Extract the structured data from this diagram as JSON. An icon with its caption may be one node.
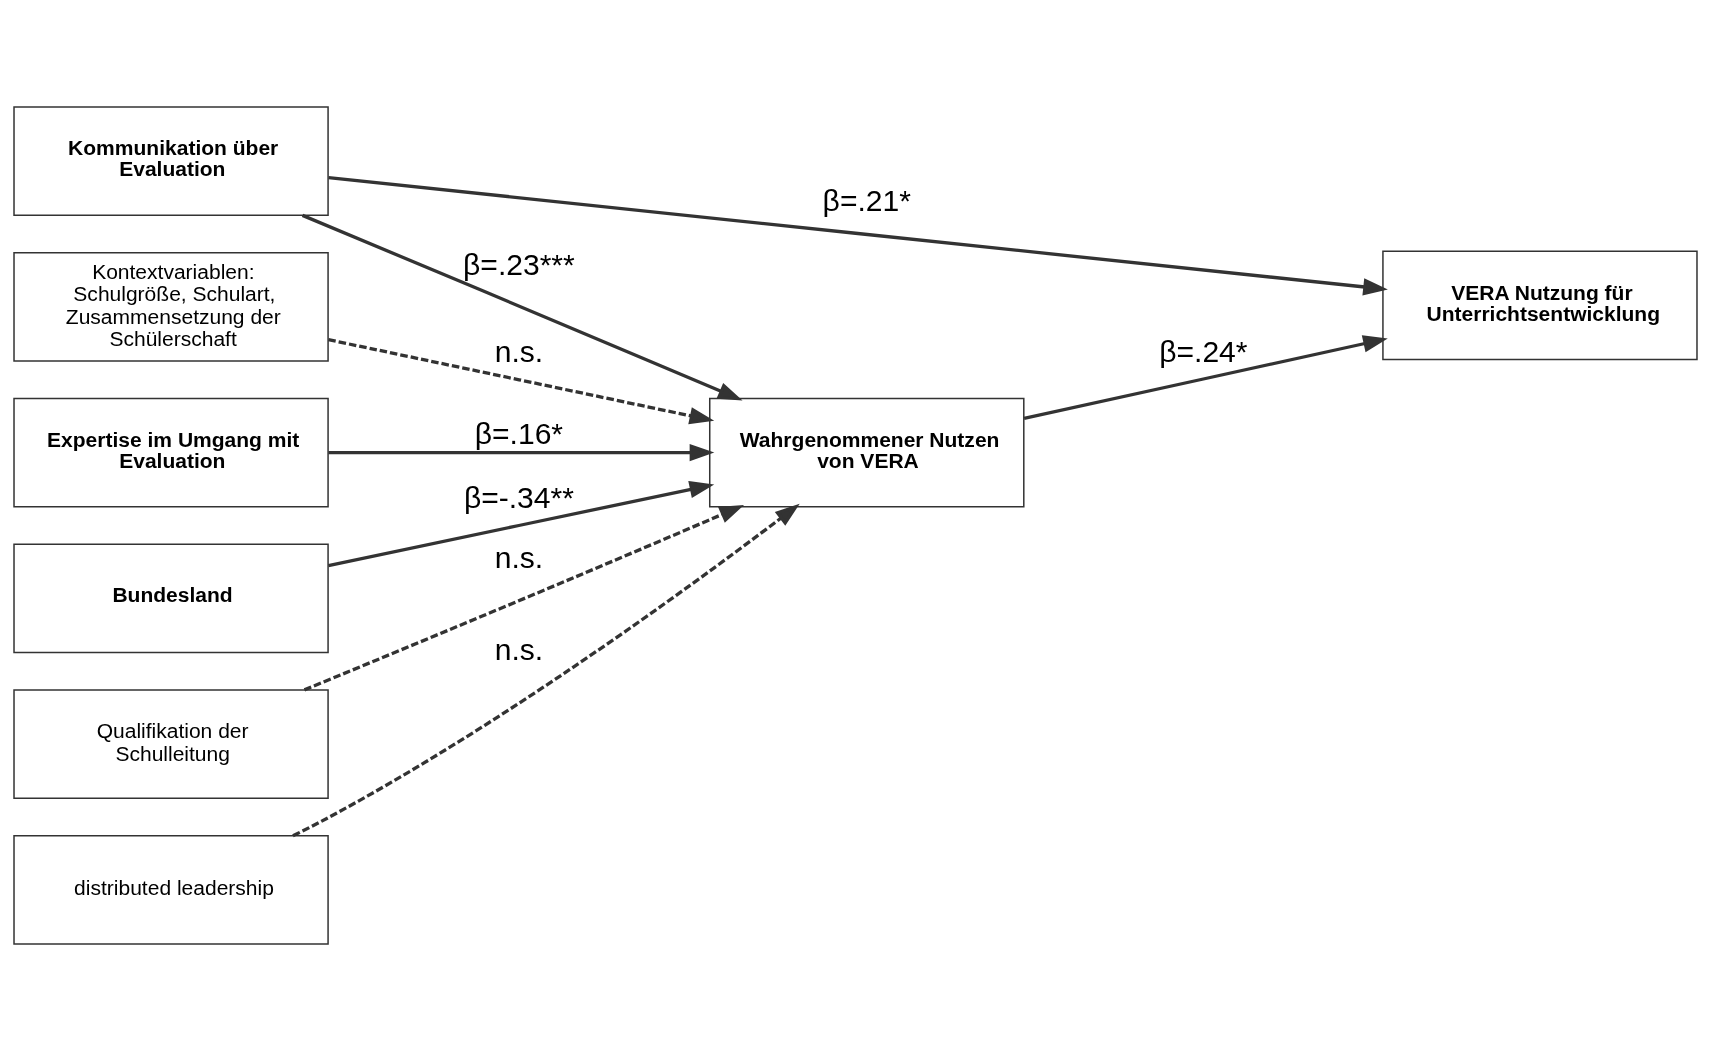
{
  "diagram": {
    "nodes": [
      {
        "text": [
          "Kontextvariablen: Schulgröße, Schulart, Zusammensetzung der Schülerschaft"
        ]
      },
      {
        "text": [
          "Bundesland"
        ]
      },
      {
        "text": [
          "Qualifikation der Schulleitung"
        ]
      },
      {
        "text": [
          "distributed leadership"
        ]
      },
      {
        "text": [
          "Expertise im Umgang mit Evaluation"
        ]
      },
      {
        "text": [
          "Kommunikation über Evaluation"
        ]
      },
      {
        "text": [
          "Wahrgenommener Nutzen von VERA"
        ]
      },
      {
        "text": [
          "VERA Nutzung für Unterrichtsentwicklung"
        ]
      }
    ],
    "edges": [
      {
        "from": 0,
        "to": 6,
        "arrow": "to",
        "label": "n.s.",
        "style": "dashed"
      },
      {
        "from": 1,
        "to": 6,
        "arrow": "to",
        "label": "β=-.34**"
      },
      {
        "from": 2,
        "to": 6,
        "arrow": "to",
        "label": "n.s.",
        "style": "dashed"
      },
      {
        "from": 3,
        "to": 6,
        "arrow": "to",
        "label": "n.s.",
        "style": "dashed"
      },
      {
        "from": 4,
        "to": 6,
        "arrow": "to",
        "label": "β=.16*"
      },
      {
        "from": 5,
        "to": 6,
        "arrow": "to",
        "label": "β=.23***"
      },
      {
        "from": 6,
        "to": 7,
        "arrow": "to",
        "label": "β=.24*"
      },
      {
        "from": 5,
        "to": 7,
        "arrow": "to",
        "label": "β=.21*"
      }
    ]
  }
}
